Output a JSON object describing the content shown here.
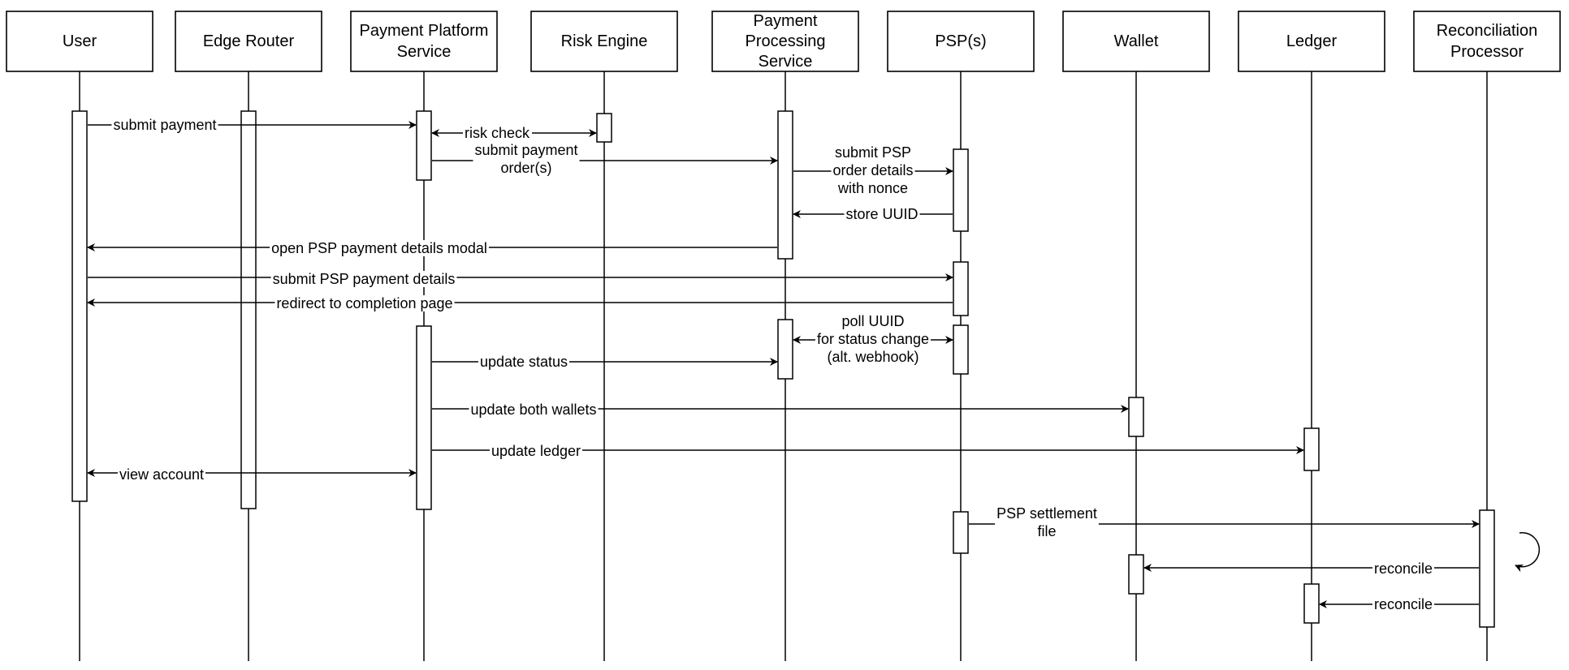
{
  "colors": {
    "stroke": "#000000",
    "background": "#ffffff"
  },
  "actors": [
    {
      "id": "user",
      "label": [
        "User"
      ]
    },
    {
      "id": "edge-router",
      "label": [
        "Edge Router"
      ]
    },
    {
      "id": "payment-platform-service",
      "label": [
        "Payment Platform",
        "Service"
      ]
    },
    {
      "id": "risk-engine",
      "label": [
        "Risk Engine"
      ]
    },
    {
      "id": "payment-processing-service",
      "label": [
        "Payment",
        "Processing",
        "Service"
      ]
    },
    {
      "id": "psps",
      "label": [
        "PSP(s)"
      ]
    },
    {
      "id": "wallet",
      "label": [
        "Wallet"
      ]
    },
    {
      "id": "ledger",
      "label": [
        "Ledger"
      ]
    },
    {
      "id": "reconciliation-processor",
      "label": [
        "Reconciliation",
        "Processor"
      ]
    }
  ],
  "messages": [
    {
      "id": "submit-payment",
      "label": [
        "submit payment"
      ]
    },
    {
      "id": "risk-check",
      "label": [
        "risk check"
      ]
    },
    {
      "id": "submit-payment-orders",
      "label": [
        "submit payment",
        "order(s)"
      ]
    },
    {
      "id": "submit-psp-order-details",
      "label": [
        "submit PSP",
        "order details",
        "with nonce"
      ]
    },
    {
      "id": "store-uuid",
      "label": [
        "store UUID"
      ]
    },
    {
      "id": "open-psp-modal",
      "label": [
        "open PSP payment details modal"
      ]
    },
    {
      "id": "submit-psp-payment-details",
      "label": [
        "submit PSP payment details"
      ]
    },
    {
      "id": "redirect-completion",
      "label": [
        "redirect to completion page"
      ]
    },
    {
      "id": "poll-uuid",
      "label": [
        "poll UUID",
        "for status change",
        "(alt. webhook)"
      ]
    },
    {
      "id": "update-status",
      "label": [
        "update status"
      ]
    },
    {
      "id": "update-both-wallets",
      "label": [
        "update both wallets"
      ]
    },
    {
      "id": "update-ledger",
      "label": [
        "update ledger"
      ]
    },
    {
      "id": "view-account",
      "label": [
        "view account"
      ]
    },
    {
      "id": "psp-settlement-file",
      "label": [
        "PSP settlement",
        "file"
      ]
    },
    {
      "id": "reconcile-wallet",
      "label": [
        "reconcile"
      ]
    },
    {
      "id": "reconcile-ledger",
      "label": [
        "reconcile"
      ]
    }
  ]
}
